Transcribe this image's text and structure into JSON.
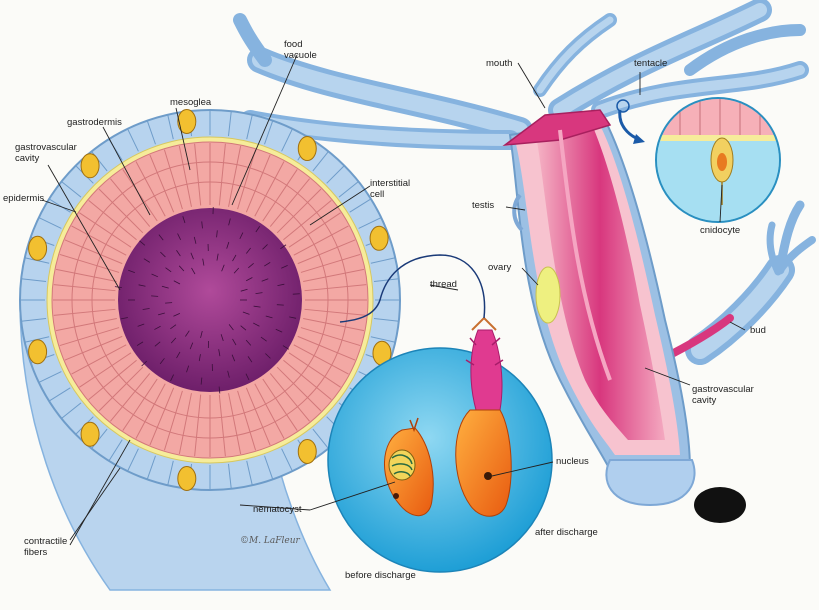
{
  "labels": {
    "food_vacuole": "food\nvacuole",
    "mesoglea": "mesoglea",
    "gastrodermis": "gastrodermis",
    "gastrovascular_cavity_left": "gastrovascular\ncavity",
    "epidermis": "epidermis",
    "interstitial_cell": "interstitial\ncell",
    "thread": "thread",
    "nematocyst": "nematocyst",
    "contractile_fibers": "contractile\nfibers",
    "before_discharge": "before discharge",
    "after_discharge": "after discharge",
    "nucleus": "nucleus",
    "mouth": "mouth",
    "tentacle": "tentacle",
    "testis": "testis",
    "ovary": "ovary",
    "cnidocyte": "cnidocyte",
    "bud": "bud",
    "gastrovascular_cavity_right": "gastrovascular\ncavity"
  },
  "signature": "©M. LaFleur",
  "colors": {
    "background": "#fbfbf8",
    "epidermis_blue": "#a9c8e6",
    "tentacle_blue": "#9cc0e4",
    "gastrodermis_pink": "#f3a8a4",
    "cavity_magenta": "#8a2f86",
    "mesoglea_yellow": "#f6ec9a",
    "circle_blue": "#3fb4e0",
    "nematocyst_orange": "#f07820",
    "body_pink": "#e04a8a"
  }
}
